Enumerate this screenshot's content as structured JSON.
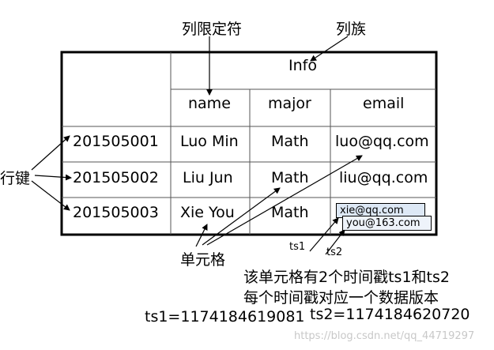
{
  "labels": {
    "qualifier_label": "列限定符",
    "family_label": "列族",
    "rowkey_label": "行键",
    "cell_label": "单元格"
  },
  "table": {
    "family_header": "Info",
    "columns": [
      "name",
      "major",
      "email"
    ],
    "rows": [
      {
        "key": "201505001",
        "name": "Luo Min",
        "major": "Math",
        "email": "luo@qq.com"
      },
      {
        "key": "201505002",
        "name": "Liu Jun",
        "major": "Math",
        "email": "liu@qq.com"
      },
      {
        "key": "201505003",
        "name": "Xie You",
        "major": "Math"
      }
    ]
  },
  "versions": {
    "v1": "xie@qq.com",
    "v2": "you@163.com",
    "ts1_tag": "ts1",
    "ts2_tag": "ts2"
  },
  "notes": {
    "line1": "该单元格有2个时间戳ts1和ts2",
    "line2": "每个时间戳对应一个数据版本",
    "ts1_value": "ts1=1174184619081",
    "ts2_value": "ts2=1174184620720"
  },
  "watermark": "https://blog.csdn.net/qq_44719297",
  "colors": {
    "version_box_fill": "#dde8f5",
    "border": "#000000"
  }
}
